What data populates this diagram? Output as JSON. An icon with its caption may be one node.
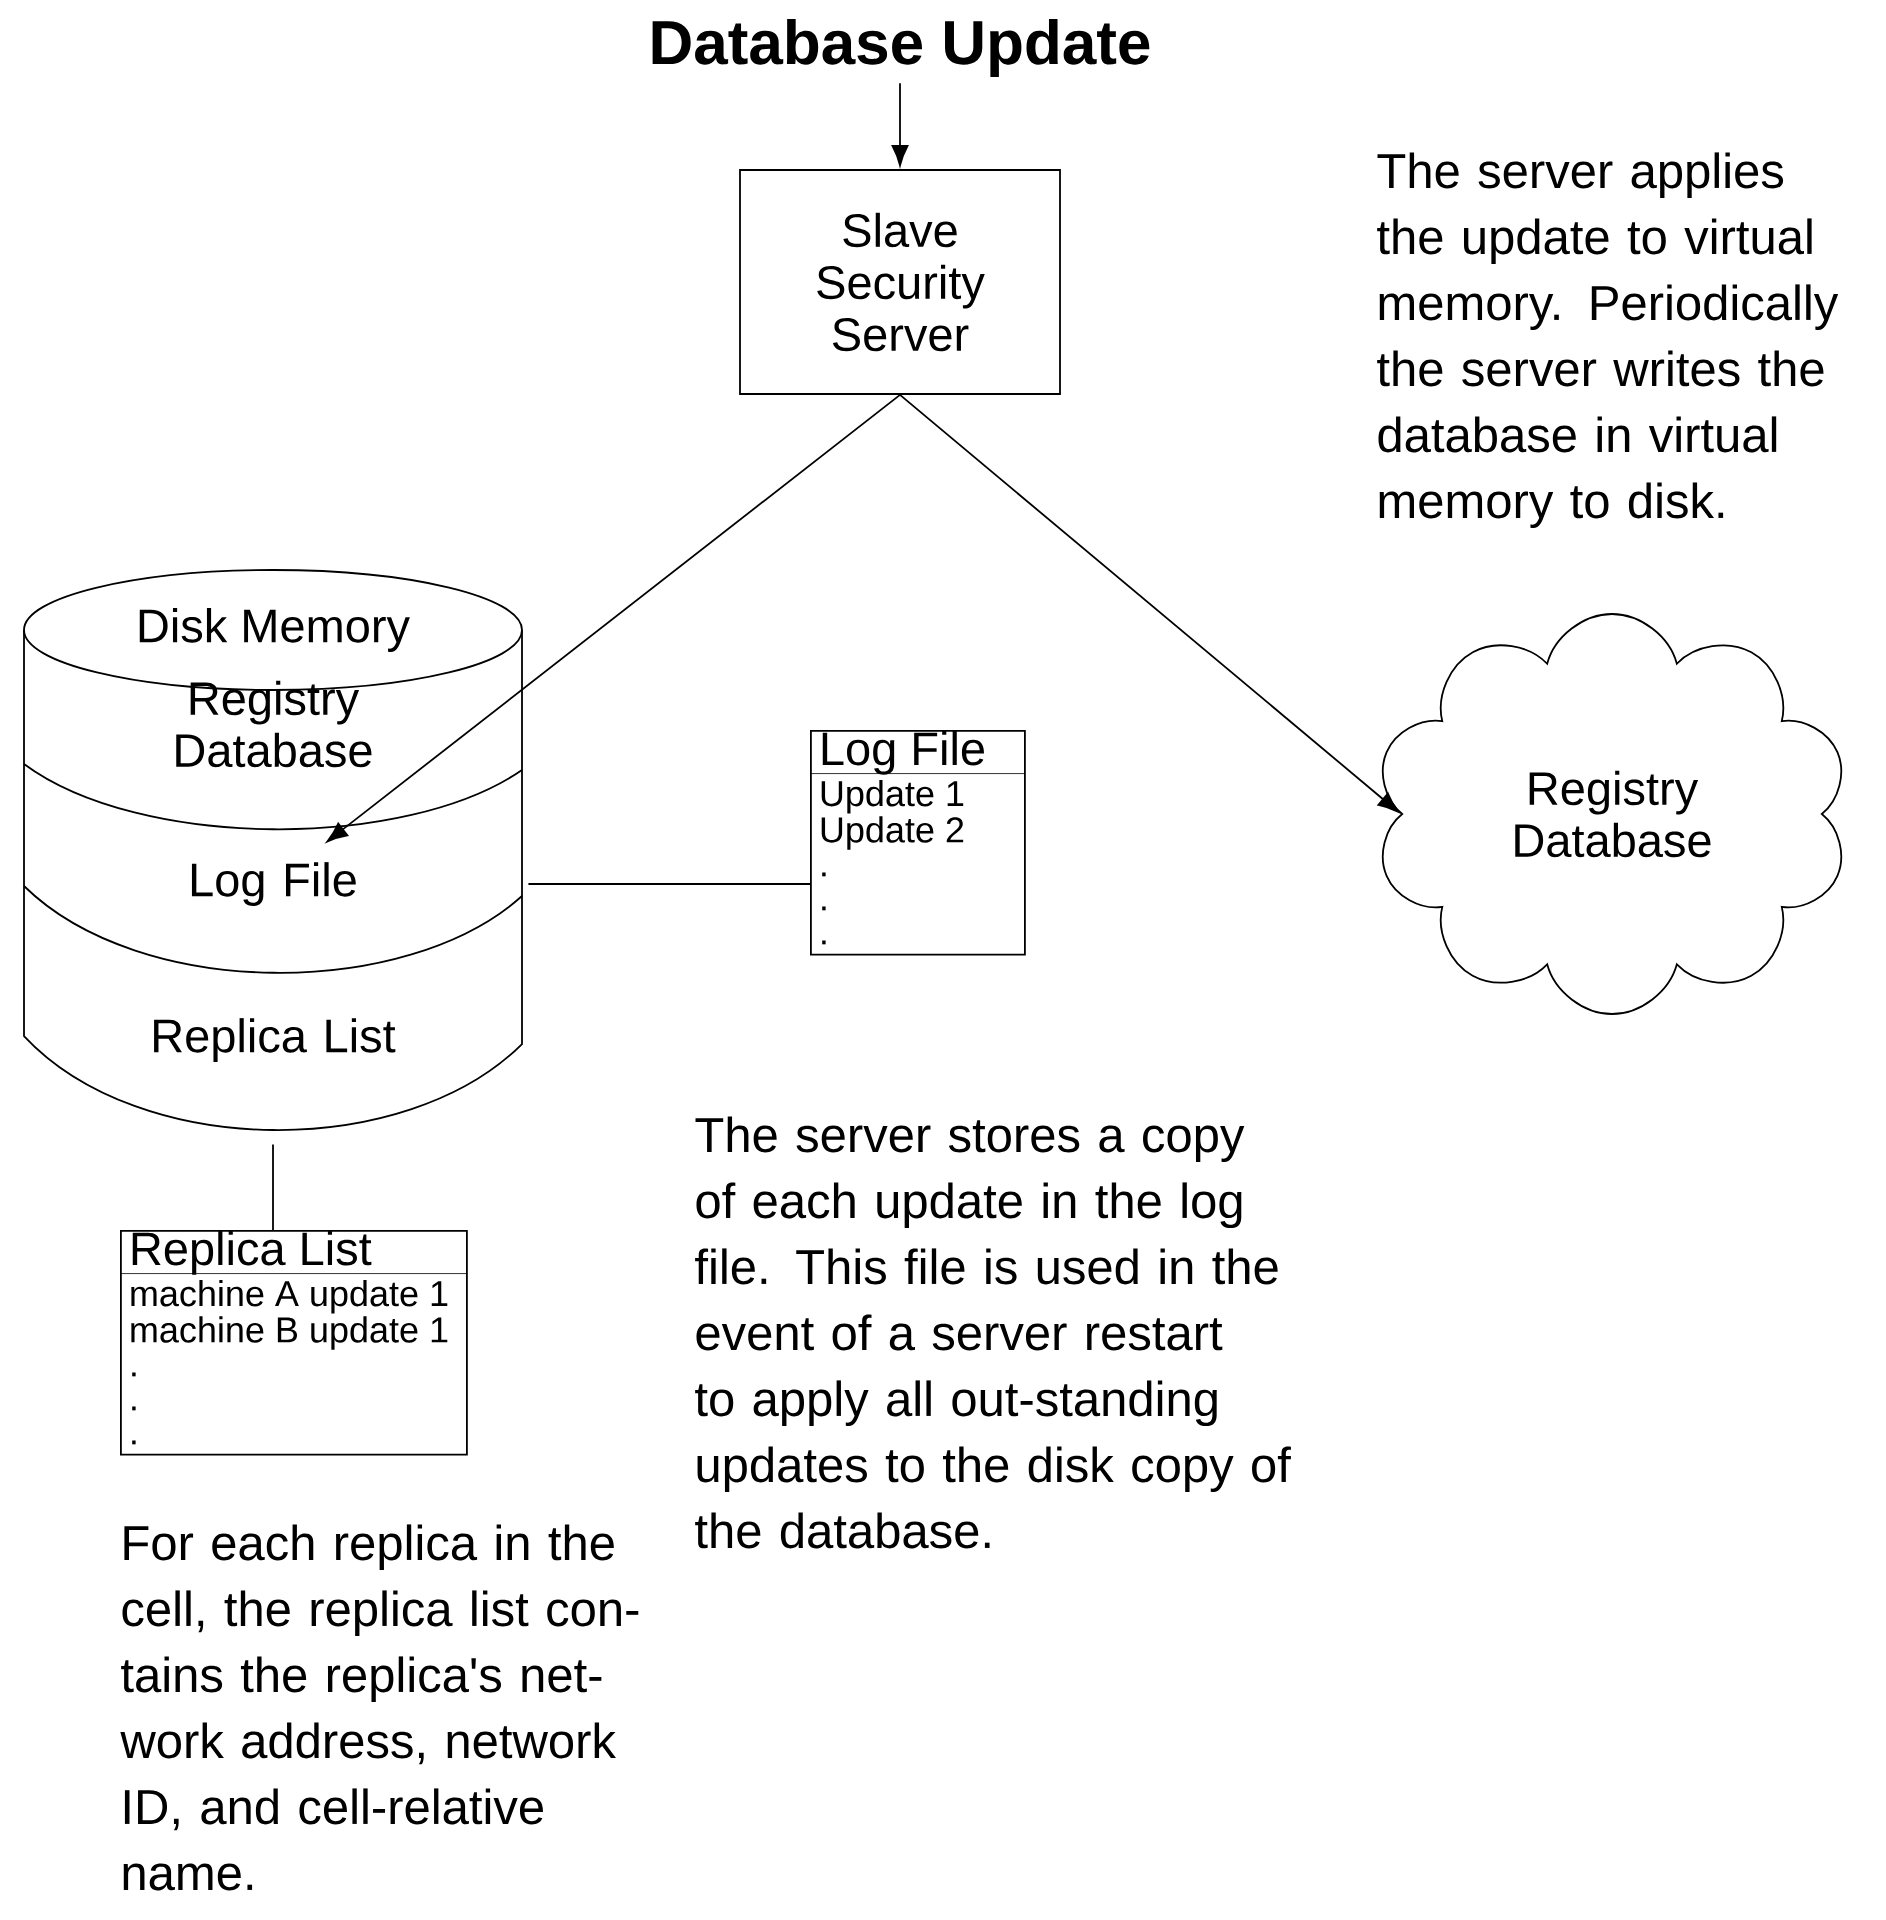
{
  "diagram": {
    "nodes": [
      {
        "text": [
          "Database Update"
        ]
      },
      {
        "text": [
          "Slave Security Server"
        ]
      },
      {
        "text": [],
        "shape": "cylinder"
      },
      {
        "text": [
          "Disk Memory"
        ],
        "in": 2
      },
      {
        "text": [
          "Registry Database"
        ],
        "in": 2
      },
      {
        "text": [
          "Log File"
        ],
        "in": 2
      },
      {
        "text": [
          "Replica List"
        ],
        "in": 2
      },
      {
        "text": [
          "Log File",
          "Update 1",
          "Update 2",
          ".",
          ".",
          "."
        ]
      },
      {
        "text": [
          "Registry Database"
        ]
      },
      {
        "text": [
          "Replica List",
          "machine A update 1",
          "machine B update 1",
          ".",
          ".",
          "."
        ]
      }
    ],
    "edges": [
      {
        "from": 0,
        "to": 1,
        "arrow": "to"
      },
      {
        "from": 1,
        "to": 5,
        "arrow": "to"
      },
      {
        "from": 1,
        "to": 8,
        "arrow": "to"
      },
      {
        "from": 2,
        "to": 7,
        "arrow": "none"
      },
      {
        "from": 6,
        "to": 9,
        "arrow": "none"
      }
    ],
    "labels": [
      "The server applies the update to virtual memory. Periodically the server writes the database in virtual memory to disk.",
      "The server stores a copy of each update in the log file. This file is used in the event of a server restart to apply all out-standing updates to the disk copy of the database.",
      "For each replica in the cell, the replica list con-tains the replica's net-work address, network ID, and cell-relative name."
    ]
  }
}
